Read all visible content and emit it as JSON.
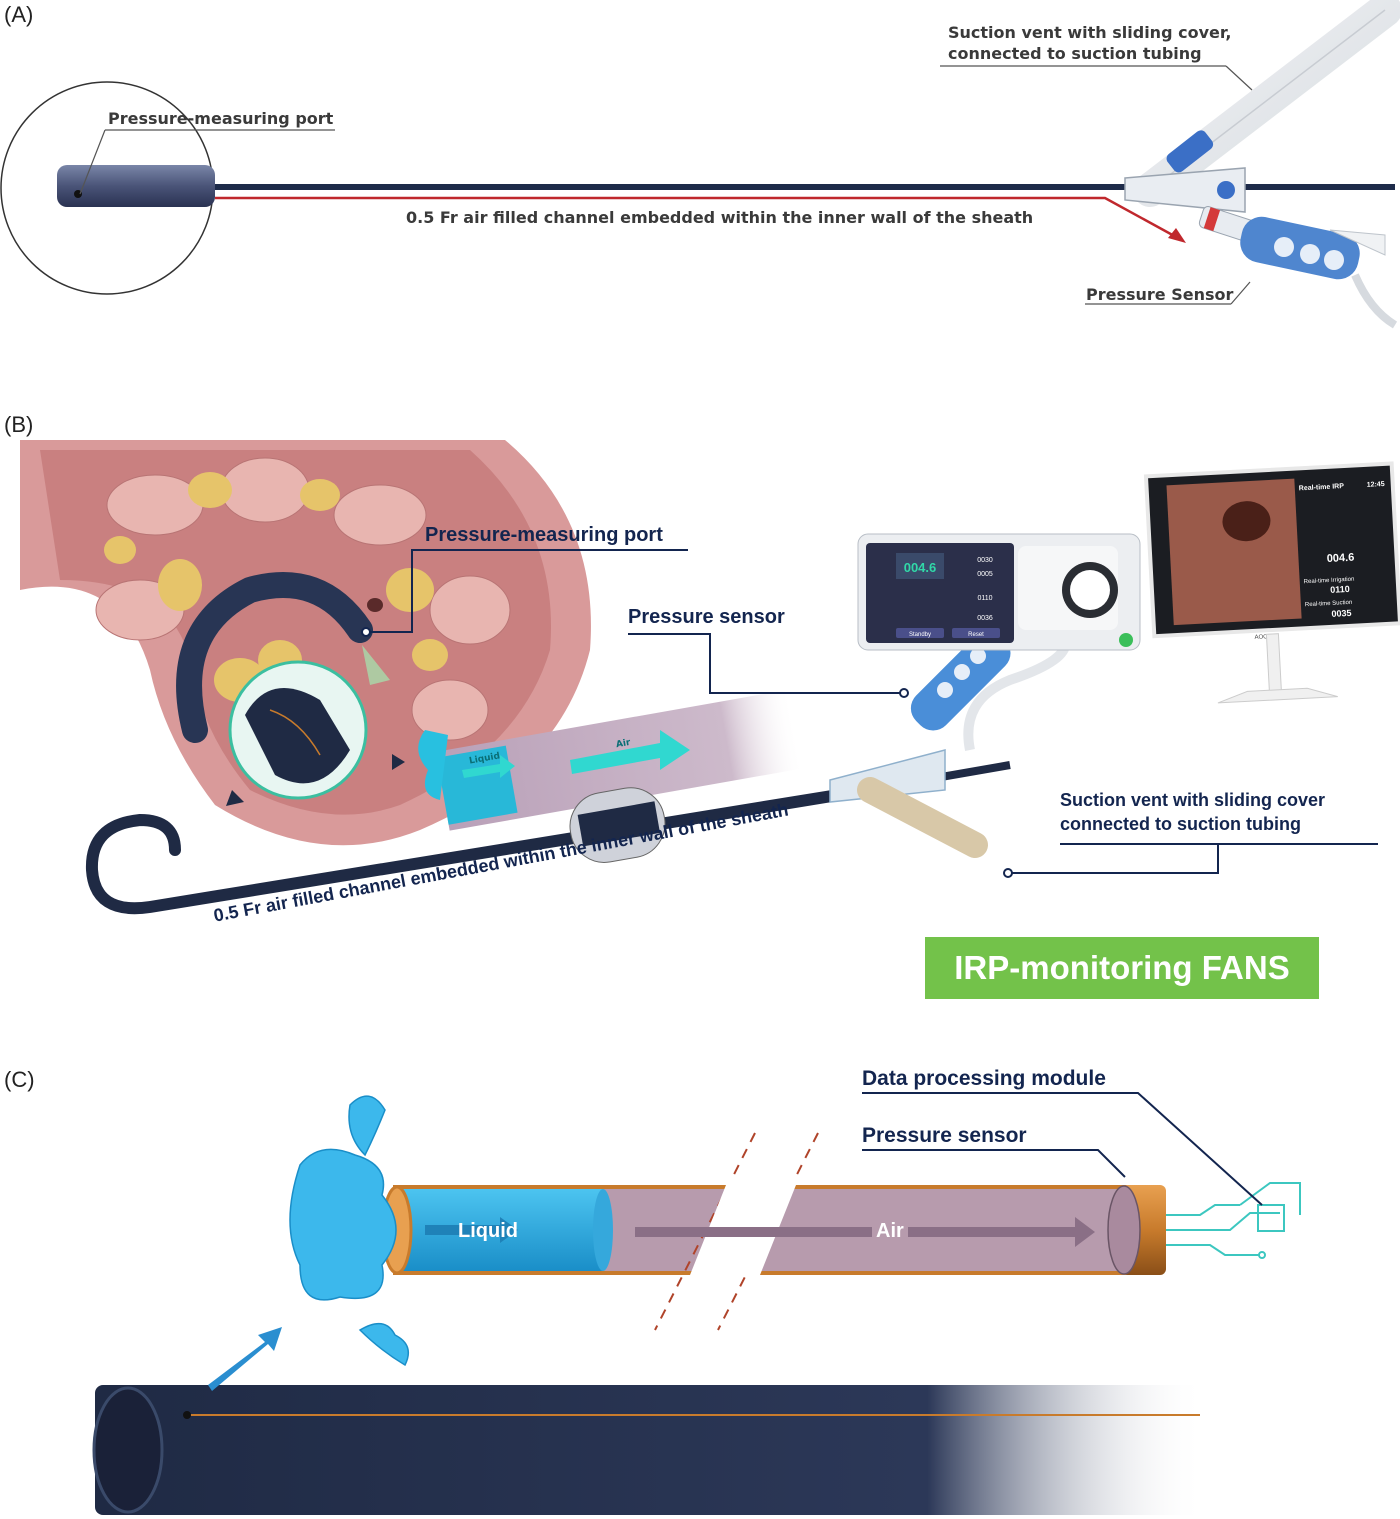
{
  "panels": {
    "a": {
      "letter": "(A)",
      "labels": {
        "pressure_port": "Pressure-measuring port",
        "channel": "0.5 Fr air filled channel embedded within the inner wall of the sheath",
        "suction_line1": "Suction vent with sliding cover,",
        "suction_line2": "connected to suction tubing",
        "sensor": "Pressure Sensor"
      }
    },
    "b": {
      "letter": "(B)",
      "labels": {
        "pressure_port": "Pressure-measuring port",
        "sensor": "Pressure sensor",
        "suction_line1": "Suction vent with sliding cover",
        "suction_line2": "connected to suction tubing",
        "channel": "0.5 Fr air filled channel embedded within the inner wall of the sheath",
        "liquid": "Liquid",
        "air": "Air"
      },
      "badge": "IRP-monitoring FANS",
      "console": {
        "irp_value": "004.6",
        "target_irp": "0005",
        "alert_irp": "0030",
        "irrigation": "0110",
        "suction": "0036",
        "btn_left": "Standby",
        "btn_right": "Reset"
      },
      "monitor": {
        "title": "Real-time IRP",
        "time": "12:45",
        "brand": "AOC",
        "irp_value": "004.6",
        "irrigation_label": "Real-time Irrigation",
        "irrigation_value": "0110",
        "suction_label": "Real-time Suction",
        "suction_value": "0035"
      }
    },
    "c": {
      "letter": "(C)",
      "labels": {
        "data_module": "Data processing module",
        "sensor": "Pressure sensor",
        "liquid": "Liquid",
        "air": "Air"
      }
    }
  },
  "colors": {
    "sheath": "#1e2b4a",
    "air_channel": "#c0282d",
    "label_navy": "#13254f",
    "badge_green": "#73c24a",
    "liquid_blue": "#20a8e0",
    "air_purple": "#b89aae",
    "copper": "#c87b2c",
    "circuit_teal": "#3cc7c0"
  }
}
